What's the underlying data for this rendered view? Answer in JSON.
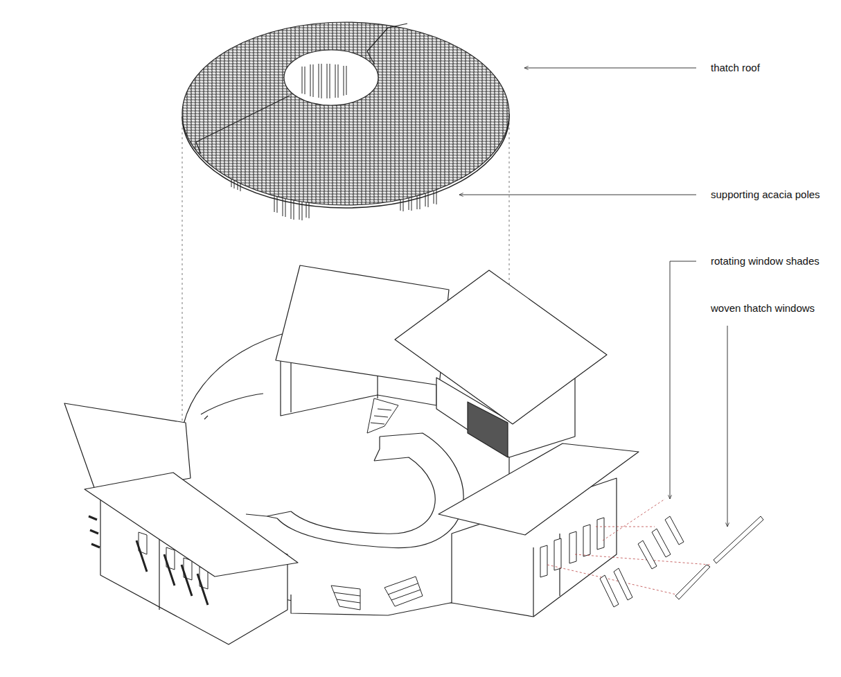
{
  "diagram": {
    "labels": [
      "thatch roof",
      "supporting acacia poles",
      "rotating window shades",
      "woven thatch windows"
    ]
  }
}
